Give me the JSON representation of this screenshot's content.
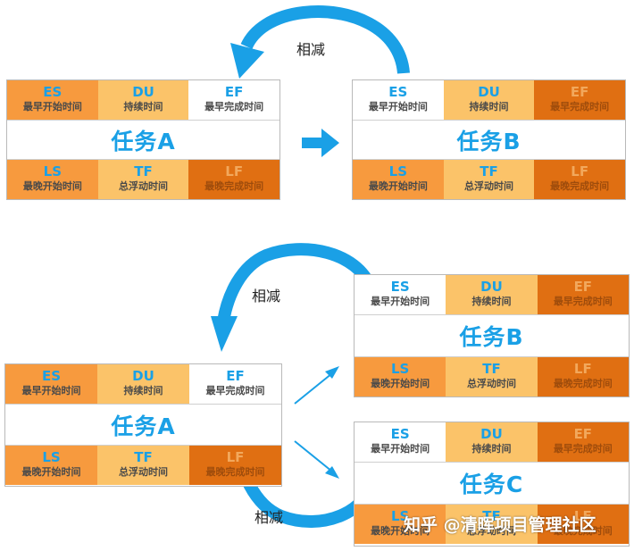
{
  "labels": {
    "subtract": "相减"
  },
  "fields": {
    "es": {
      "code": "ES",
      "desc": "最早开始时间"
    },
    "du": {
      "code": "DU",
      "desc": "持续时间"
    },
    "ef": {
      "code": "EF",
      "desc": "最早完成时间"
    },
    "ls": {
      "code": "LS",
      "desc": "最晚开始时间"
    },
    "tf": {
      "code": "TF",
      "desc": "总浮动时间"
    },
    "lf": {
      "code": "LF",
      "desc": "最晚完成时间"
    }
  },
  "tasks": {
    "a": "任务A",
    "b": "任务B",
    "c": "任务C"
  },
  "watermark": "知乎 @清晖项目管理社区",
  "colors": {
    "accent": "#1aa0e6",
    "orange_light": "#fbc369",
    "orange_mid": "#f79a3e",
    "orange_dark": "#e06f12"
  }
}
